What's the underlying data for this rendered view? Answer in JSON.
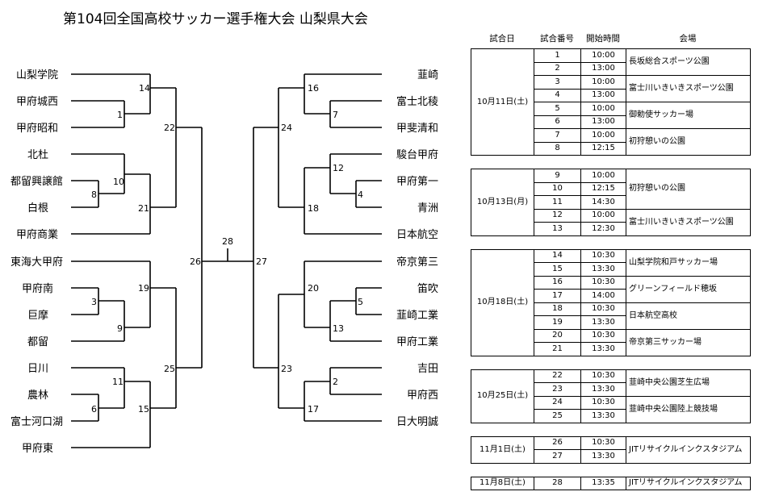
{
  "title": "第104回全国高校サッカー選手権大会 山梨県大会",
  "teams_left": [
    "山梨学院",
    "甲府城西",
    "甲府昭和",
    "北杜",
    "都留興譲館",
    "白根",
    "甲府商業",
    "東海大甲府",
    "甲府南",
    "巨摩",
    "都留",
    "日川",
    "農林",
    "富士河口湖",
    "甲府東"
  ],
  "teams_right": [
    "韮崎",
    "富士北稜",
    "甲斐清和",
    "駿台甲府",
    "甲府第一",
    "青洲",
    "日本航空",
    "帝京第三",
    "笛吹",
    "韮崎工業",
    "甲府工業",
    "吉田",
    "甲府西",
    "日大明誠"
  ],
  "match_numbers": {
    "left": [
      "14",
      "1",
      "22",
      "10",
      "8",
      "21",
      "26",
      "19",
      "3",
      "9",
      "11",
      "25",
      "6",
      "15"
    ],
    "right": [
      "16",
      "7",
      "24",
      "12",
      "4",
      "18",
      "27",
      "20",
      "5",
      "13",
      "23",
      "2",
      "17"
    ],
    "final": "28"
  },
  "schedule": {
    "headers": [
      "試合日",
      "試合番号",
      "開始時間",
      "会場"
    ],
    "blocks": [
      {
        "date": "10月11日(土)",
        "rows": [
          {
            "no": "1",
            "time": "10:00",
            "venue": "長坂総合スポーツ公園"
          },
          {
            "no": "2",
            "time": "13:00",
            "venue": ""
          },
          {
            "no": "3",
            "time": "10:00",
            "venue": "富士川いきいきスポーツ公園"
          },
          {
            "no": "4",
            "time": "13:00",
            "venue": ""
          },
          {
            "no": "5",
            "time": "10:00",
            "venue": "御勅使サッカー場"
          },
          {
            "no": "6",
            "time": "13:00",
            "venue": ""
          },
          {
            "no": "7",
            "time": "10:00",
            "venue": "初狩憩いの公園"
          },
          {
            "no": "8",
            "time": "12:15",
            "venue": ""
          }
        ]
      },
      {
        "date": "10月13日(月)",
        "rows": [
          {
            "no": "9",
            "time": "10:00",
            "venue": "初狩憩いの公園"
          },
          {
            "no": "10",
            "time": "12:15",
            "venue": ""
          },
          {
            "no": "11",
            "time": "14:30",
            "venue": ""
          },
          {
            "no": "12",
            "time": "10:00",
            "venue": "富士川いきいきスポーツ公園"
          },
          {
            "no": "13",
            "time": "12:30",
            "venue": ""
          }
        ]
      },
      {
        "date": "10月18日(土)",
        "rows": [
          {
            "no": "14",
            "time": "10:30",
            "venue": "山梨学院和戸サッカー場"
          },
          {
            "no": "15",
            "time": "13:30",
            "venue": ""
          },
          {
            "no": "16",
            "time": "10:30",
            "venue": "グリーンフィールド穂坂"
          },
          {
            "no": "17",
            "time": "14:00",
            "venue": ""
          },
          {
            "no": "18",
            "time": "10:30",
            "venue": "日本航空高校"
          },
          {
            "no": "19",
            "time": "13:30",
            "venue": ""
          },
          {
            "no": "20",
            "time": "10:30",
            "venue": "帝京第三サッカー場"
          },
          {
            "no": "21",
            "time": "13:30",
            "venue": ""
          }
        ]
      },
      {
        "date": "10月25日(土)",
        "rows": [
          {
            "no": "22",
            "time": "10:30",
            "venue": "韮崎中央公園芝生広場"
          },
          {
            "no": "23",
            "time": "13:30",
            "venue": ""
          },
          {
            "no": "24",
            "time": "10:30",
            "venue": "韮崎中央公園陸上競技場"
          },
          {
            "no": "25",
            "time": "13:30",
            "venue": ""
          }
        ]
      },
      {
        "date": "11月1日(土)",
        "rows": [
          {
            "no": "26",
            "time": "10:30",
            "venue": "JITリサイクルインクスタジアム"
          },
          {
            "no": "27",
            "time": "13:30",
            "venue": ""
          }
        ]
      },
      {
        "date": "11月8日(土)",
        "rows": [
          {
            "no": "28",
            "time": "13:35",
            "venue": "JITリサイクルインクスタジアム"
          }
        ]
      }
    ]
  }
}
